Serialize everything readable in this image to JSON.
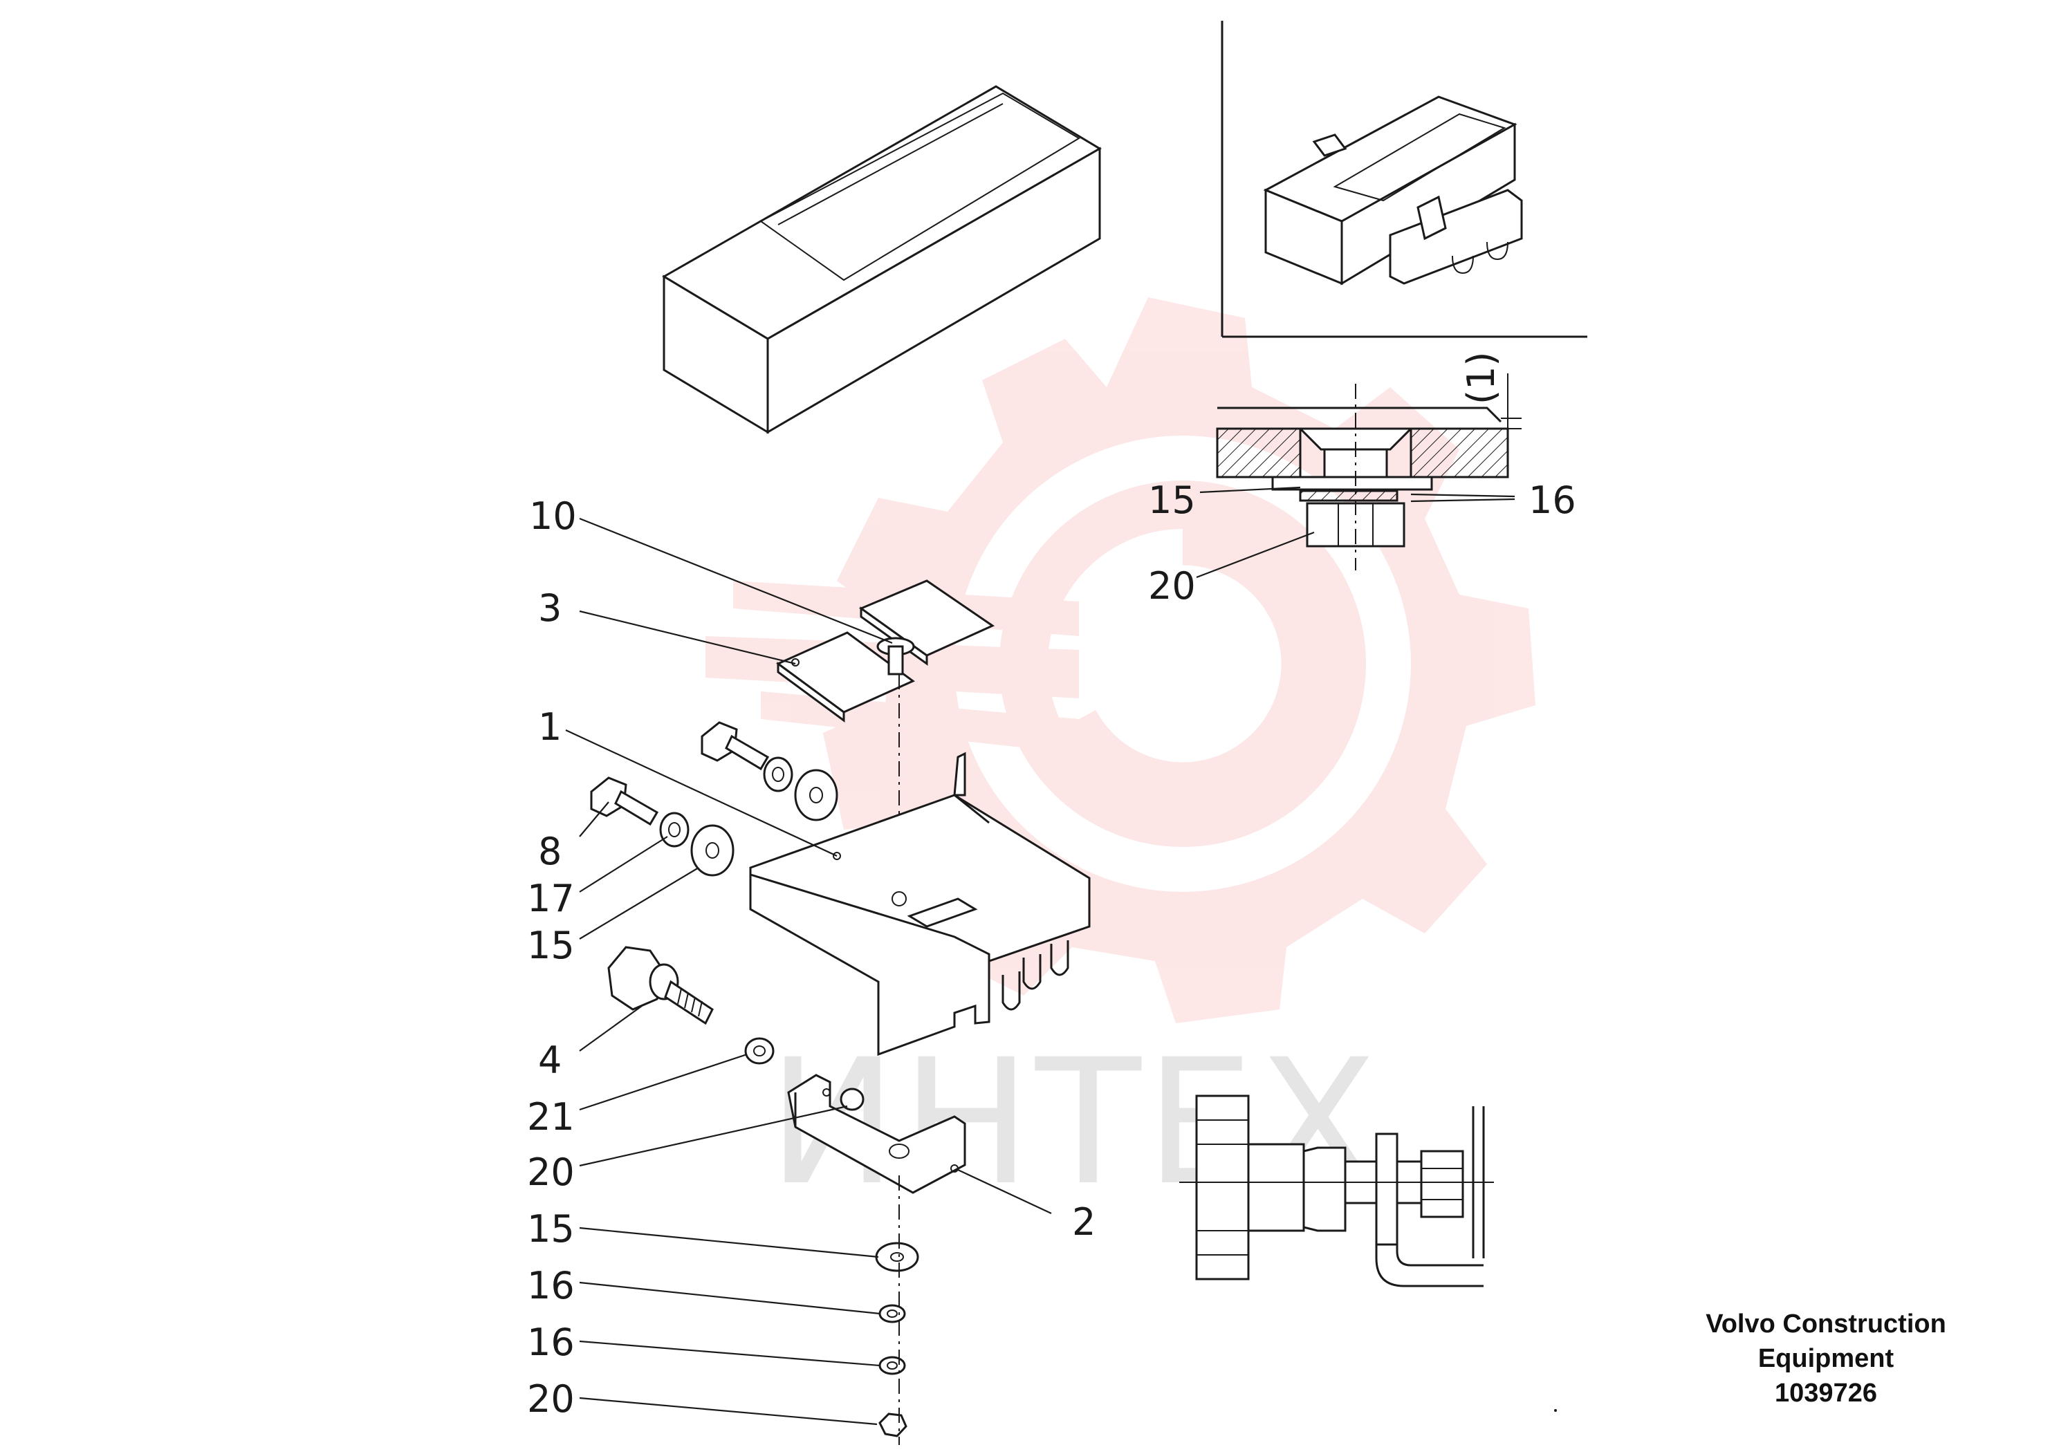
{
  "callouts": {
    "c10": "10",
    "c3": "3",
    "c1": "1",
    "c8": "8",
    "c17": "17",
    "c15a": "15",
    "c4": "4",
    "c21": "21",
    "c20a": "20",
    "c2": "2",
    "c15b": "15",
    "c16a": "16",
    "c16b": "16",
    "c20b": "20",
    "d15": "15",
    "d16": "16",
    "d20": "20",
    "dim": "(1)"
  },
  "watermark": {
    "text": "ИНТЕХ",
    "color": "#f06a6a"
  },
  "caption": {
    "line1": "Volvo Construction",
    "line2": "Equipment",
    "line3": "1039726"
  }
}
